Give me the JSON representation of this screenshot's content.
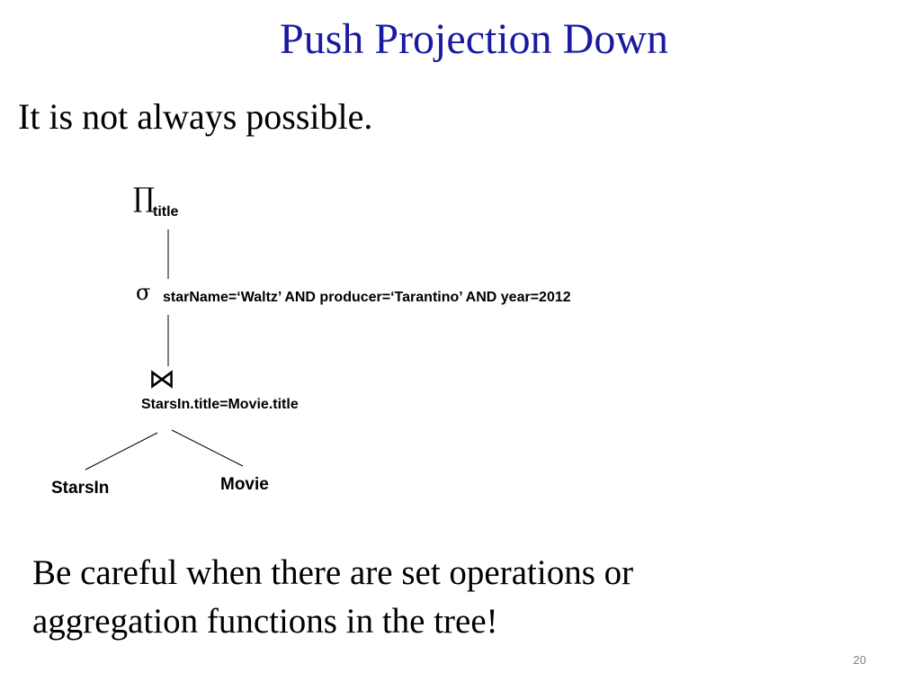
{
  "slide": {
    "title": "Push Projection Down",
    "subtitle": "It is not always possible.",
    "note_line1": "Be careful when there are set operations or",
    "note_line2": "aggregation functions in the tree!",
    "page_number": "20"
  },
  "tree": {
    "projection": {
      "symbol": "∏",
      "subscript": "title"
    },
    "selection": {
      "symbol": "σ",
      "condition": "starName=‘Waltz’ AND producer=‘Tarantino’ AND year=2012"
    },
    "join": {
      "symbol": "⋈",
      "condition": "StarsIn.title=Movie.title"
    },
    "leaves": {
      "left": "StarsIn",
      "right": "Movie"
    }
  }
}
